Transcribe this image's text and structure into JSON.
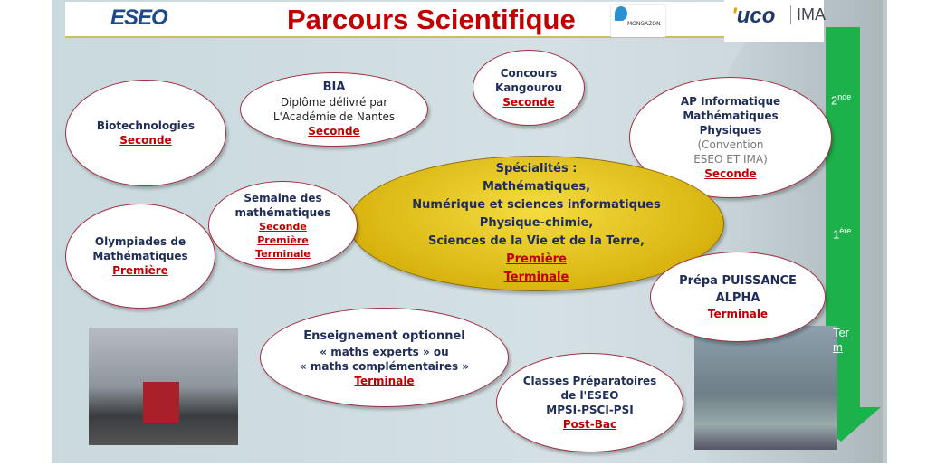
{
  "header": {
    "title": "Parcours Scientifique",
    "logos": [
      "ESEO",
      "MONGAZON",
      "UCO",
      "IMA"
    ]
  },
  "timeline": {
    "color": "#1db14b",
    "levels": [
      {
        "base": "2",
        "sup": "nde"
      },
      {
        "base": "1",
        "sup": "ère"
      },
      {
        "base": "Ter m",
        "sup": ""
      }
    ]
  },
  "nodes": {
    "biotech": {
      "title": "Biotechnologies",
      "level": "Seconde"
    },
    "bia": {
      "title": "BIA",
      "l1": "Diplôme délivré par",
      "l2": "L'Académie de Nantes",
      "level": "Seconde"
    },
    "kangourou": {
      "l1": "Concours",
      "l2": "Kangourou",
      "level": "Seconde"
    },
    "ap": {
      "l1": "AP Informatique",
      "l2": "Mathématiques",
      "l3": "Physiques",
      "l4": "(Convention",
      "l5": "ESEO ET IMA)",
      "level": "Seconde"
    },
    "specialites": {
      "l1": "Spécialités :",
      "l2": "Mathématiques,",
      "l3": "Numérique et sciences informatiques",
      "l4": "Physique-chimie,",
      "l5": "Sciences de la Vie et de la Terre,",
      "level1": "Première",
      "level2": "Terminale"
    },
    "semaine": {
      "l1": "Semaine des",
      "l2": "mathématiques",
      "level1": "Seconde",
      "level2": "Première",
      "level3": "Terminale"
    },
    "olympiades": {
      "l1": "Olympiades de",
      "l2": "Mathématiques",
      "level": "Première"
    },
    "prepa": {
      "l1": "Prépa PUISSANCE",
      "l2": "ALPHA",
      "level": "Terminale"
    },
    "option": {
      "l1": "Enseignement optionnel",
      "l2": "« maths experts » ou",
      "l3": "« maths complémentaires »",
      "level": "Terminale"
    },
    "cpge": {
      "l1": "Classes Préparatoires",
      "l2": "de l'ESEO",
      "l3": "MPSI-PSCI-PSI",
      "level": "Post-Bac"
    }
  }
}
